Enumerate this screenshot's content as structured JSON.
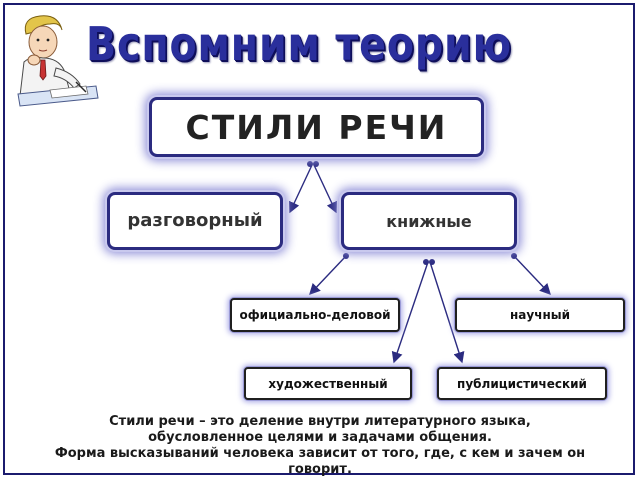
{
  "slide": {
    "title": "Вспомним  теорию"
  },
  "diagram": {
    "root": "СТИЛИ РЕЧИ",
    "level1": {
      "left": "разговорный",
      "right": "книжные"
    },
    "level2": {
      "official": "официально-деловой",
      "scientific": "научный",
      "artistic": "художественный",
      "publicistic": "публицистический"
    }
  },
  "caption": {
    "line1": "Стили речи – это деление внутри литературного языка,",
    "line2": "обусловленное целями и задачами общения.",
    "line3": "Форма высказываний человека зависит от того, где, с кем и зачем он",
    "line4": "говорит."
  },
  "colors": {
    "title": "#2a2f9c",
    "border_dark": "#2b2b80",
    "glow": "#8e8ed8",
    "arrow": "#2b2b80"
  },
  "icons": {
    "illustration": "student-writing-illustration"
  }
}
